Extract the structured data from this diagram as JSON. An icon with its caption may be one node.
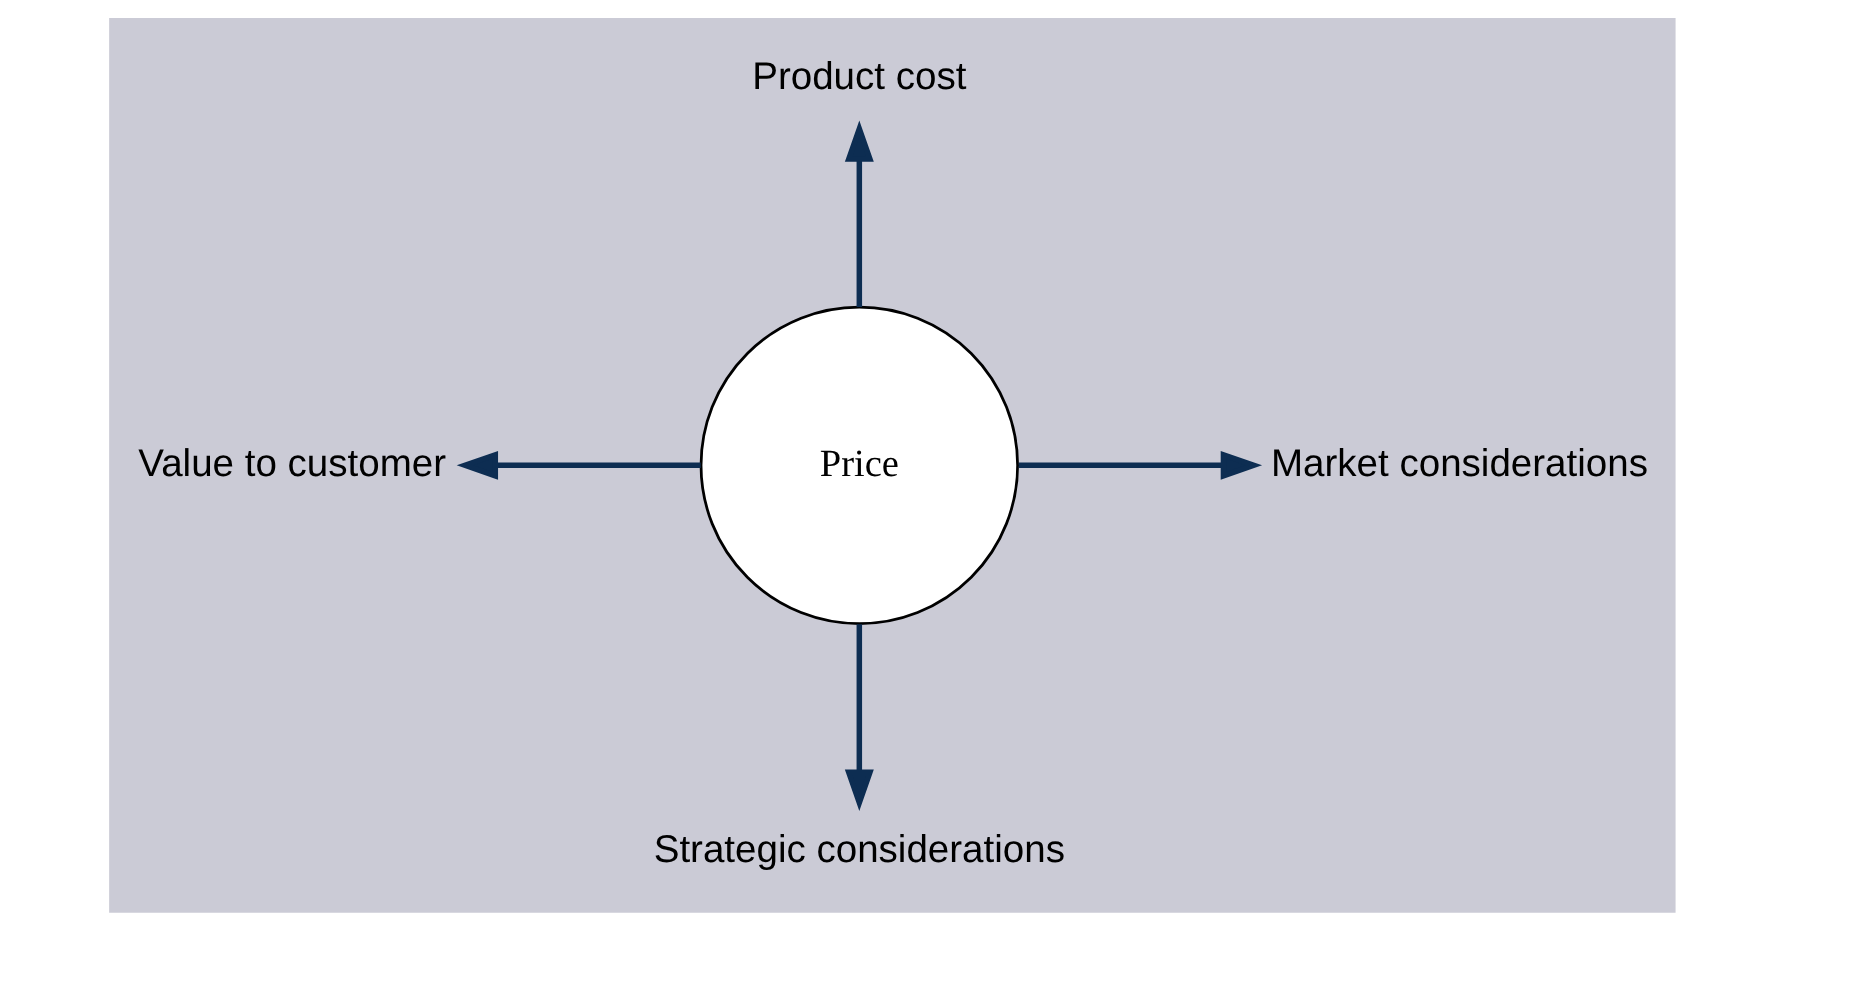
{
  "diagram": {
    "nodes": [
      {
        "text": [
          "Price"
        ]
      },
      {
        "text": [
          "Product cost"
        ]
      },
      {
        "text": [
          "Value to customer"
        ]
      },
      {
        "text": [
          "Market considerations"
        ]
      },
      {
        "text": [
          "Strategic considerations"
        ]
      }
    ],
    "edges": [
      {
        "from": 0,
        "to": 1,
        "arrow": "to"
      },
      {
        "from": 0,
        "to": 2,
        "arrow": "to"
      },
      {
        "from": 0,
        "to": 3,
        "arrow": "to"
      },
      {
        "from": 0,
        "to": 4,
        "arrow": "to"
      }
    ]
  }
}
